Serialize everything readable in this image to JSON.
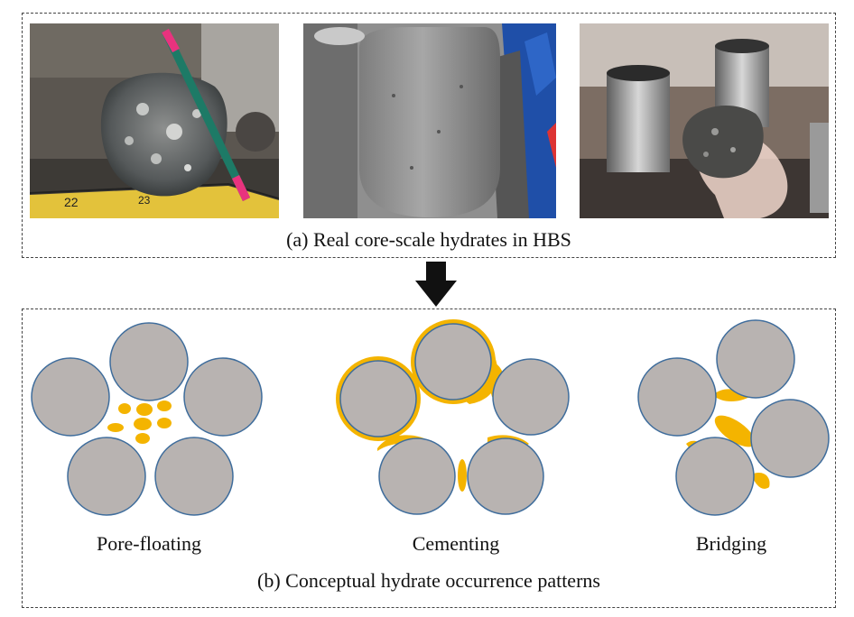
{
  "panel_a": {
    "caption": "(a) Real core-scale hydrates in HBS",
    "photos": [
      {
        "name": "core-photo-1",
        "subject": "gray hydrate-bearing sediment core on tray with tape measure and pink marker"
      },
      {
        "name": "core-photo-2",
        "subject": "gray cylindrical sediment core in blue split liner"
      },
      {
        "name": "core-photo-3",
        "subject": "gloved hand holding gray core fragment near steel cells"
      }
    ]
  },
  "panel_b": {
    "caption": "(b) Conceptual hydrate occurrence patterns",
    "patterns": [
      {
        "label": "Pore-floating"
      },
      {
        "label": "Cementing"
      },
      {
        "label": "Bridging"
      }
    ]
  },
  "colors": {
    "grain_fill": "#b8b3b1",
    "grain_stroke": "#3f6d9c",
    "hydrate": "#f4b400",
    "arrow": "#111111",
    "border": "#444444"
  },
  "icons": {
    "arrow": "down-arrow-icon"
  }
}
